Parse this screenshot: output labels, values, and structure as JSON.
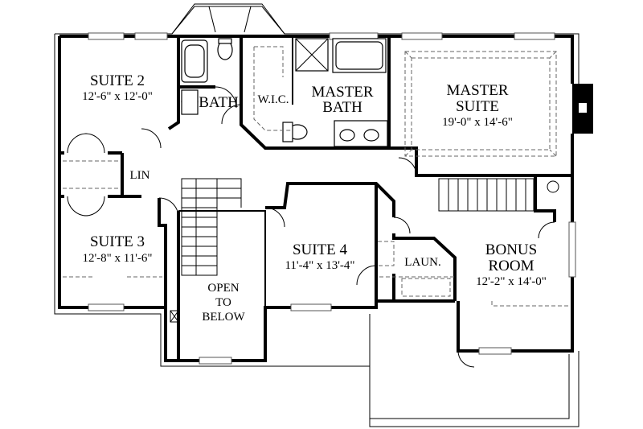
{
  "rooms": {
    "suite2": {
      "name": "SUITE 2",
      "dims": "12'-6\" x 12'-0\""
    },
    "bath": {
      "name": "BATH"
    },
    "wic": {
      "name": "W.I.C."
    },
    "master_bath": {
      "line1": "MASTER",
      "line2": "BATH"
    },
    "master_suite": {
      "line1": "MASTER",
      "line2": "SUITE",
      "dims": "19'-0\" x 14'-6\""
    },
    "lin": {
      "name": "LIN"
    },
    "suite3": {
      "name": "SUITE 3",
      "dims": "12'-8\" x 11'-6\""
    },
    "suite4": {
      "name": "SUITE 4",
      "dims": "11'-4\" x 13'-4\""
    },
    "open_to_below": {
      "line1": "OPEN",
      "line2": "TO",
      "line3": "BELOW"
    },
    "laundry": {
      "name": "LAUN."
    },
    "bonus": {
      "line1": "BONUS",
      "line2": "ROOM",
      "dims": "12'-2\" x 14'-0\""
    }
  }
}
